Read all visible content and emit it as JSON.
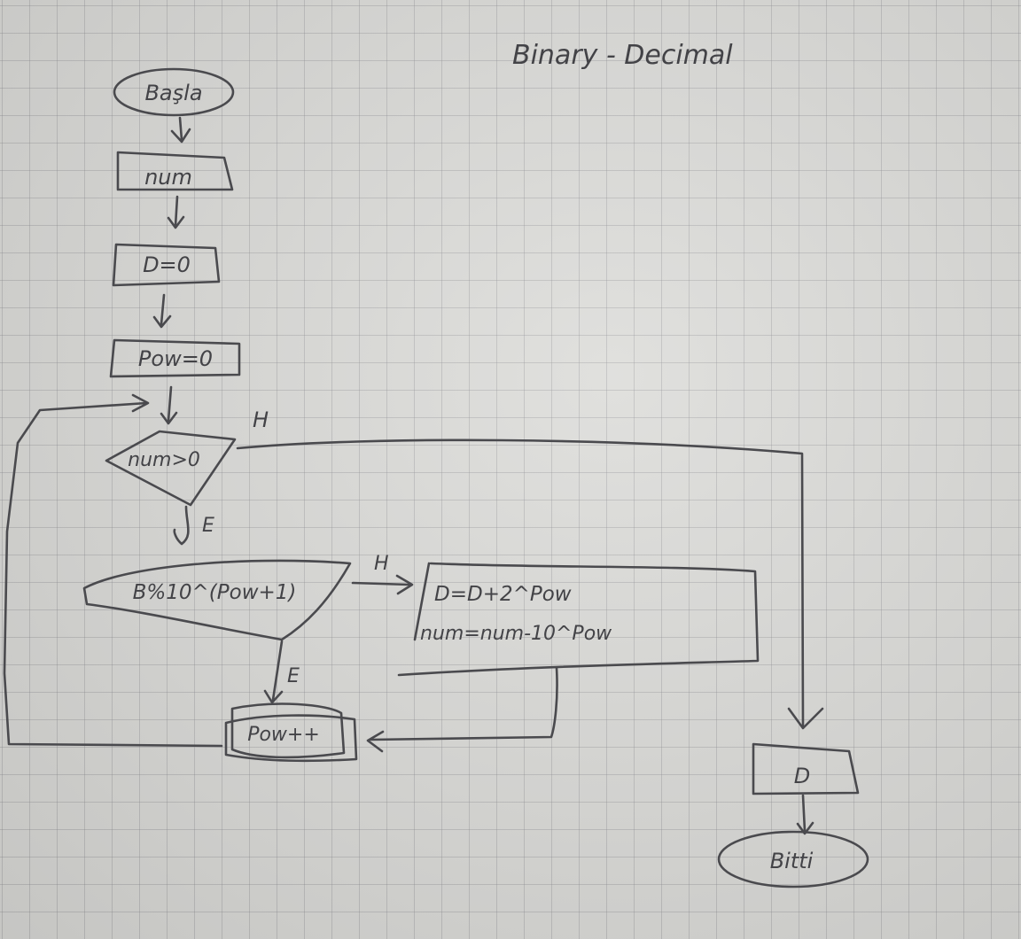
{
  "title": "Binary - Decimal",
  "ink_color": "#4a4a4e",
  "paper_color": "#dcdcd9",
  "nodes": {
    "start": "Başla",
    "input_num": "num",
    "init_d": "D=0",
    "init_pow": "Pow=0",
    "cond_num": "num>0",
    "cond_mod": "B%10^(Pow+1)",
    "assign_d": "D=D+2^Pow",
    "assign_num": "num=num-10^Pow",
    "inc_pow": "Pow++",
    "output_d": "D",
    "end": "Bitti"
  },
  "edge_labels": {
    "cond_num_no": "H",
    "cond_num_yes": "E",
    "cond_mod_no": "H",
    "cond_mod_yes": "E"
  }
}
